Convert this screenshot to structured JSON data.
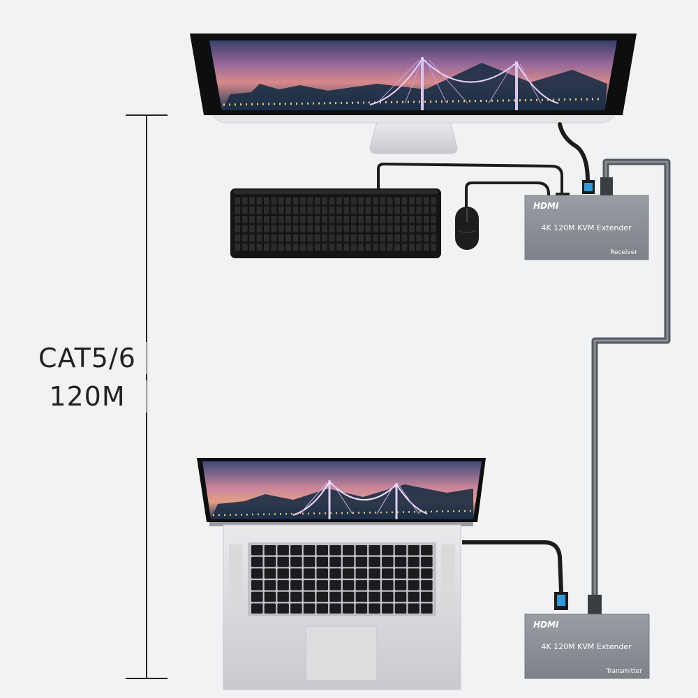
{
  "distance": {
    "line1": "CAT5/6",
    "line2": "120M"
  },
  "receiver": {
    "logo": "HDMI",
    "model": "4K 120M KVM Extender",
    "role": "Receiver"
  },
  "transmitter": {
    "logo": "HDMI",
    "model": "4K 120M KVM Extender",
    "role": "Transmitter"
  },
  "colors": {
    "background": "#f1f2f4",
    "extender_body": "#888c92",
    "cable_black": "#1c1c1c",
    "cat_cable": "#555a60",
    "hdmi_accent": "#2f9ad6"
  },
  "icons": [
    "monitor-icon",
    "keyboard-icon",
    "mouse-icon",
    "laptop-icon",
    "hdmi-connector-icon"
  ]
}
